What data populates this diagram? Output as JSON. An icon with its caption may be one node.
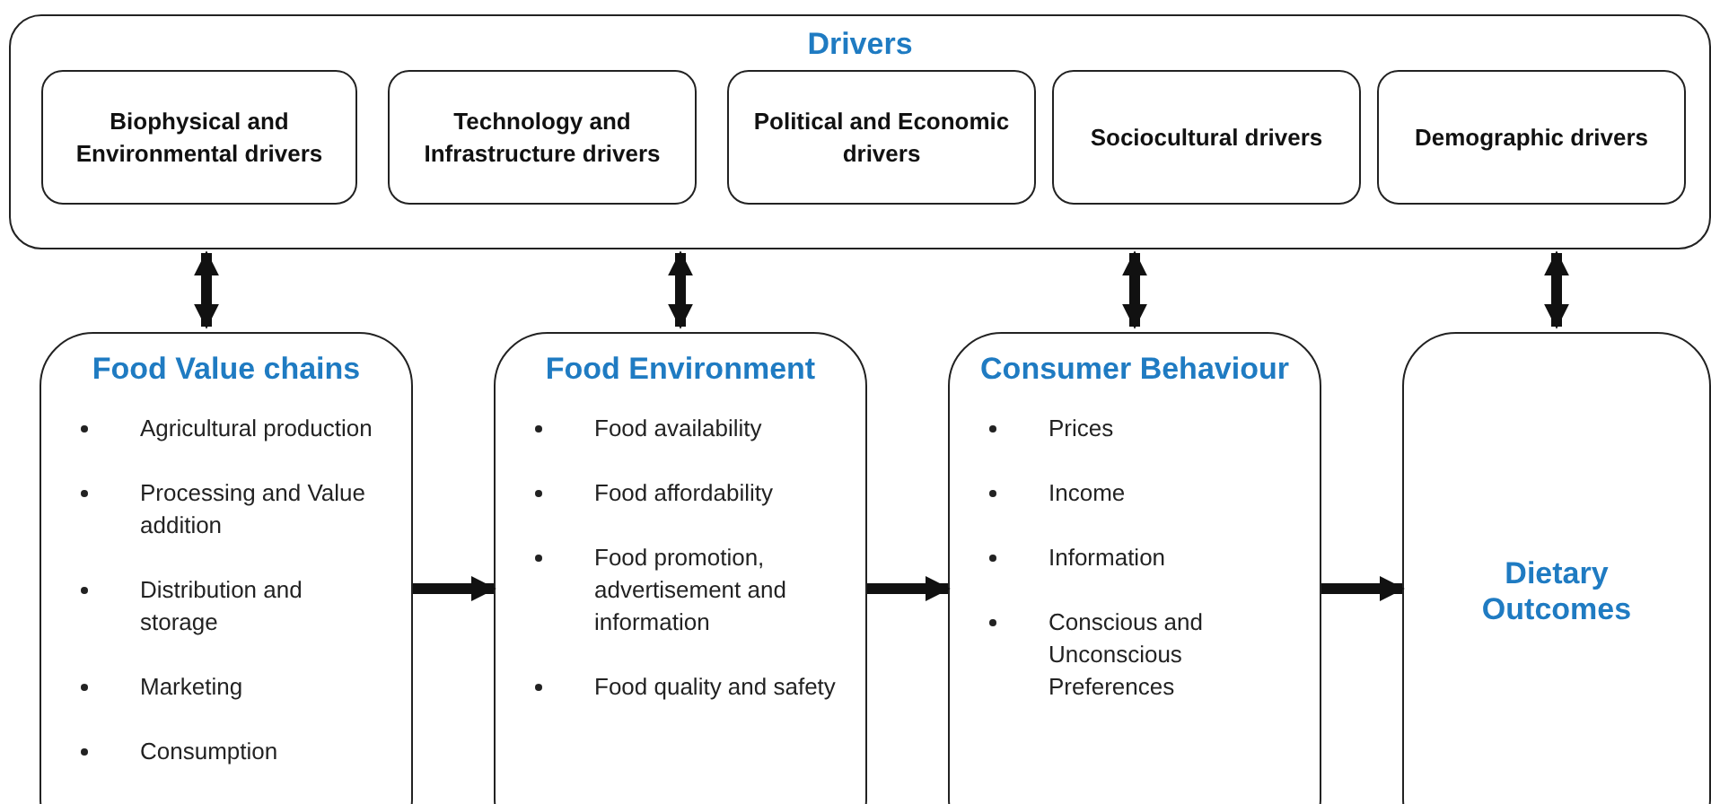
{
  "diagram": {
    "nodes": [
      {
        "text": [
          "Drivers"
        ]
      },
      {
        "text": [
          "Biophysical and Environmental drivers"
        ],
        "in": 0
      },
      {
        "text": [
          "Technology and Infrastructure drivers"
        ],
        "in": 0
      },
      {
        "text": [
          "Political and Economic drivers"
        ],
        "in": 0
      },
      {
        "text": [
          "Sociocultural drivers"
        ],
        "in": 0
      },
      {
        "text": [
          "Demographic drivers"
        ],
        "in": 0
      },
      {
        "text": [
          "Food Value chains",
          "Agricultural production",
          "Processing and Value addition",
          "Distribution and storage",
          "Marketing",
          "Consumption"
        ]
      },
      {
        "text": [
          "Food Environment",
          "Food availability",
          "Food affordability",
          "Food promotion, advertisement and information",
          "Food quality and safety"
        ]
      },
      {
        "text": [
          "Consumer Behaviour",
          "Prices",
          "Income",
          "Information",
          "Conscious and Unconscious Preferences"
        ]
      },
      {
        "text": [
          "Dietary Outcomes"
        ]
      }
    ],
    "edges": [
      {
        "from": 0,
        "to": 6,
        "arrow": "both"
      },
      {
        "from": 0,
        "to": 7,
        "arrow": "both"
      },
      {
        "from": 0,
        "to": 8,
        "arrow": "both"
      },
      {
        "from": 0,
        "to": 9,
        "arrow": "both"
      },
      {
        "from": 6,
        "to": 7,
        "arrow": "to"
      },
      {
        "from": 7,
        "to": 8,
        "arrow": "to"
      },
      {
        "from": 8,
        "to": 9,
        "arrow": "to"
      }
    ]
  }
}
